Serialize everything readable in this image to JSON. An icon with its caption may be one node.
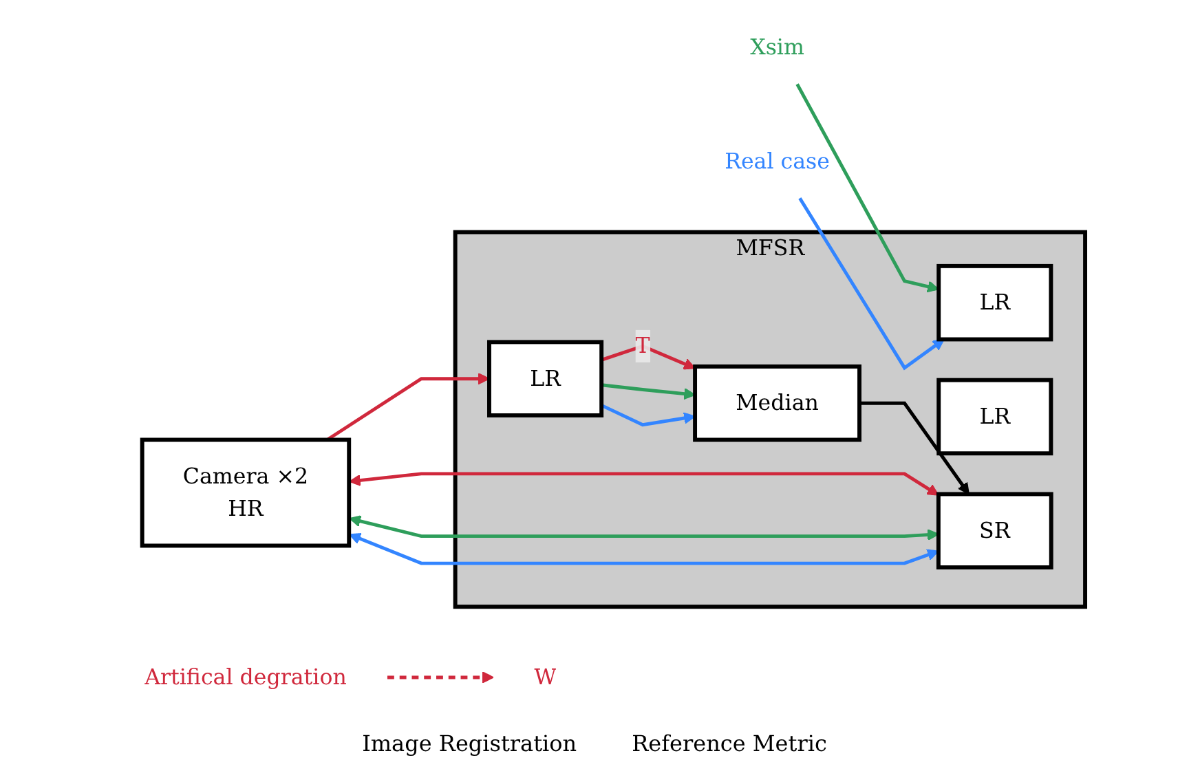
{
  "diagram": {
    "nodes": [
      {
        "text": [
          "MFSR"
        ]
      },
      {
        "text": [
          "Camera ×2",
          "HR"
        ]
      },
      {
        "text": [
          "LR"
        ],
        "in": 0
      },
      {
        "text": [
          "LR"
        ],
        "in": 0
      },
      {
        "text": [
          "LR"
        ],
        "in": 0
      },
      {
        "text": [
          "Median"
        ],
        "in": 0
      },
      {
        "text": [
          "SR"
        ],
        "in": 0
      },
      {
        "text": [
          "Artifical degration"
        ]
      },
      {
        "text": [
          "W"
        ]
      },
      {
        "text": [
          "Xsim"
        ]
      },
      {
        "text": [
          "Real case"
        ]
      }
    ],
    "edges": [
      {
        "from": 7,
        "to": 8,
        "arrow": "to",
        "style": "dashed",
        "color": "#d0283c"
      },
      {
        "from": 1,
        "to": 3,
        "arrow": "to",
        "color": "#d0283c"
      },
      {
        "from": 9,
        "to": 2,
        "arrow": "to",
        "color": "#2e9e5b"
      },
      {
        "from": 10,
        "to": 2,
        "arrow": "to",
        "color": "#3385ff"
      },
      {
        "from": 3,
        "to": 5,
        "label": "T",
        "arrow": "to",
        "color": "#d0283c"
      },
      {
        "from": 3,
        "to": 5,
        "arrow": "to",
        "color": "#2e9e5b"
      },
      {
        "from": 3,
        "to": 5,
        "arrow": "to",
        "color": "#3385ff"
      },
      {
        "from": 5,
        "to": 6,
        "arrow": "to",
        "color": "#000000"
      },
      {
        "from": 1,
        "to": 6,
        "arrow": "both",
        "color": "#d0283c"
      },
      {
        "from": 1,
        "to": 6,
        "arrow": "both",
        "color": "#2e9e5b"
      },
      {
        "from": 1,
        "to": 6,
        "arrow": "both",
        "color": "#3385ff"
      }
    ],
    "labels": [
      "Image Registration",
      "Reference Metric"
    ]
  }
}
